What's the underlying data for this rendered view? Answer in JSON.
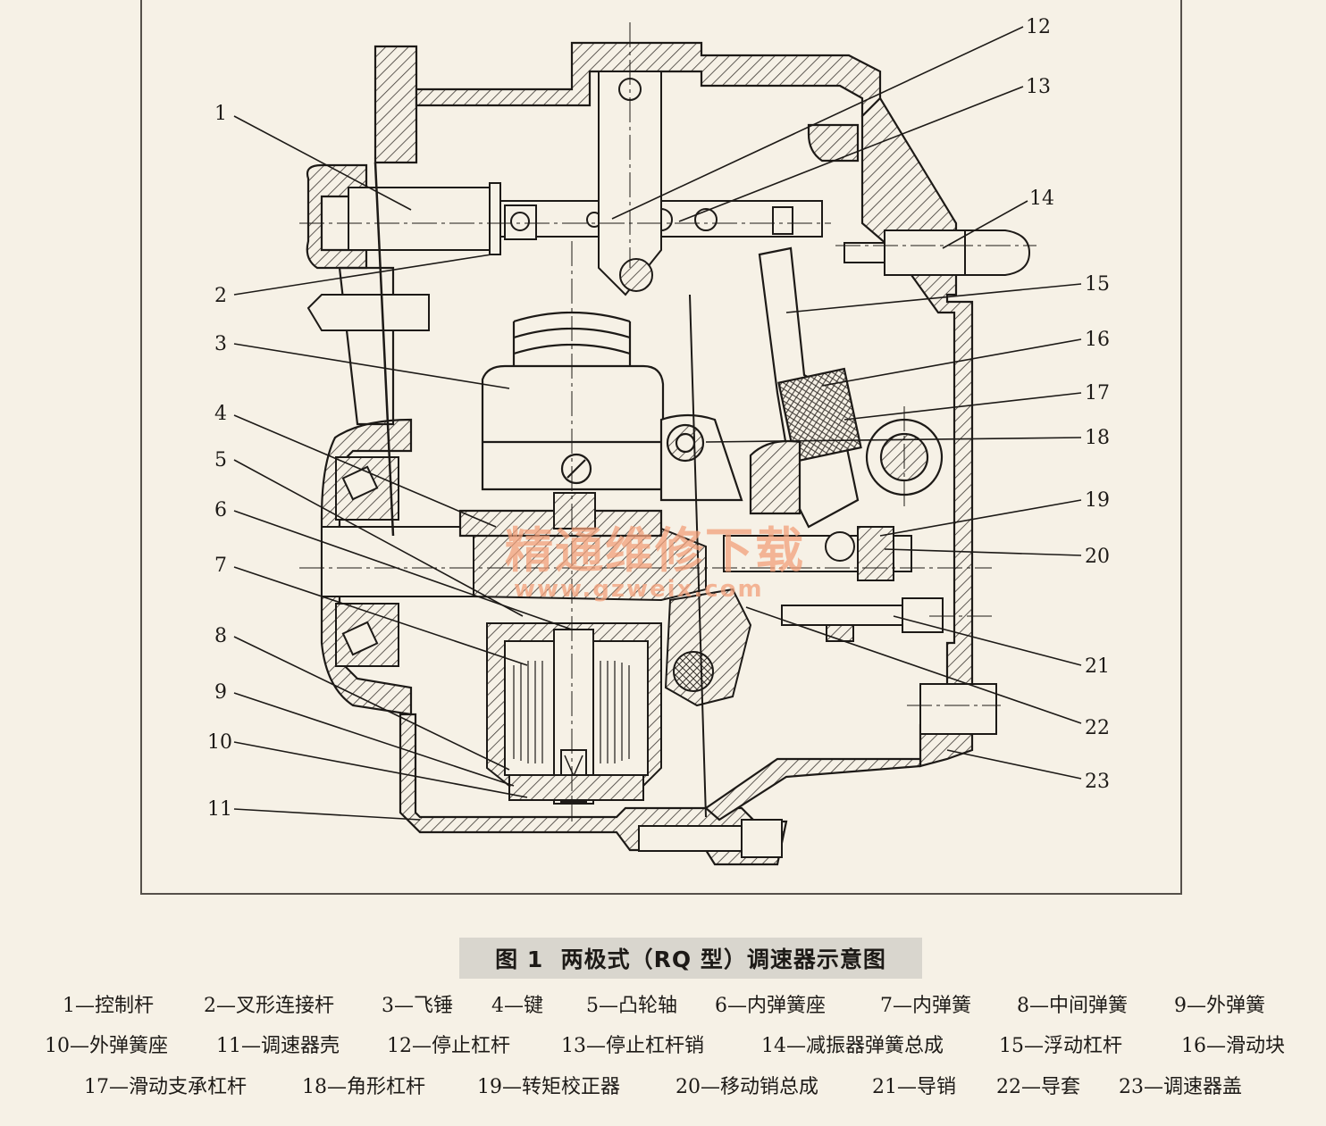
{
  "figure": {
    "caption_number": "图 1",
    "caption_title": "两极式（RQ 型）调速器示意图",
    "callout_numbers": [
      "1",
      "2",
      "3",
      "4",
      "5",
      "6",
      "7",
      "8",
      "9",
      "10",
      "11",
      "12",
      "13",
      "14",
      "15",
      "16",
      "17",
      "18",
      "19",
      "20",
      "21",
      "22",
      "23"
    ]
  },
  "watermark": {
    "cn": "精通维修下载",
    "url": "www.gzweix.com"
  },
  "legend": [
    {
      "num": "1",
      "label": "控制杆"
    },
    {
      "num": "2",
      "label": "叉形连接杆"
    },
    {
      "num": "3",
      "label": "飞锤"
    },
    {
      "num": "4",
      "label": "键"
    },
    {
      "num": "5",
      "label": "凸轮轴"
    },
    {
      "num": "6",
      "label": "内弹簧座"
    },
    {
      "num": "7",
      "label": "内弹簧"
    },
    {
      "num": "8",
      "label": "中间弹簧"
    },
    {
      "num": "9",
      "label": "外弹簧"
    },
    {
      "num": "10",
      "label": "外弹簧座"
    },
    {
      "num": "11",
      "label": "调速器壳"
    },
    {
      "num": "12",
      "label": "停止杠杆"
    },
    {
      "num": "13",
      "label": "停止杠杆销"
    },
    {
      "num": "14",
      "label": "减振器弹簧总成"
    },
    {
      "num": "15",
      "label": "浮动杠杆"
    },
    {
      "num": "16",
      "label": "滑动块"
    },
    {
      "num": "17",
      "label": "滑动支承杠杆"
    },
    {
      "num": "18",
      "label": "角形杠杆"
    },
    {
      "num": "19",
      "label": "转矩校正器"
    },
    {
      "num": "20",
      "label": "移动销总成"
    },
    {
      "num": "21",
      "label": "导销"
    },
    {
      "num": "22",
      "label": "导套"
    },
    {
      "num": "23",
      "label": "调速器盖"
    }
  ],
  "colors": {
    "line": "#1d1a17",
    "hatch": "#3a3530",
    "paper": "#f6f1e6",
    "caption_bg": "#d9d6ce",
    "watermark": "#f2a07a"
  }
}
